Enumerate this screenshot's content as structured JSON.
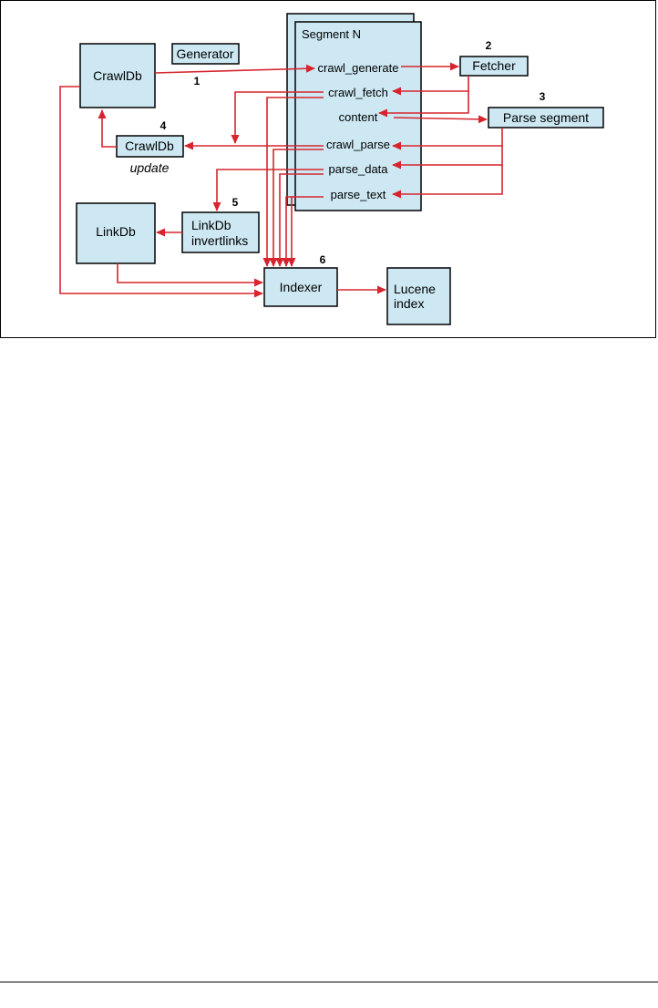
{
  "diagram": {
    "colors": {
      "box_fill": "#cde8f3",
      "box_stroke": "#000000",
      "arrow": "#d6252e",
      "text": "#000000"
    },
    "boxes": {
      "crawldb": "CrawlDb",
      "generator": "Generator",
      "segment_n": "Segment N",
      "fetcher": "Fetcher",
      "parse_segment": "Parse segment",
      "crawldb_update": "CrawlDb",
      "update_caption": "update",
      "linkdb": "LinkDb",
      "linkdb_invertlinks_line1": "LinkDb",
      "linkdb_invertlinks_line2": "invertlinks",
      "indexer": "Indexer",
      "lucene_line1": "Lucene",
      "lucene_line2": "index"
    },
    "segment_items": {
      "crawl_generate": "crawl_generate",
      "crawl_fetch": "crawl_fetch",
      "content": "content",
      "crawl_parse": "crawl_parse",
      "parse_data": "parse_data",
      "parse_text": "parse_text"
    },
    "step_numbers": [
      "1",
      "2",
      "3",
      "4",
      "5",
      "6"
    ]
  }
}
